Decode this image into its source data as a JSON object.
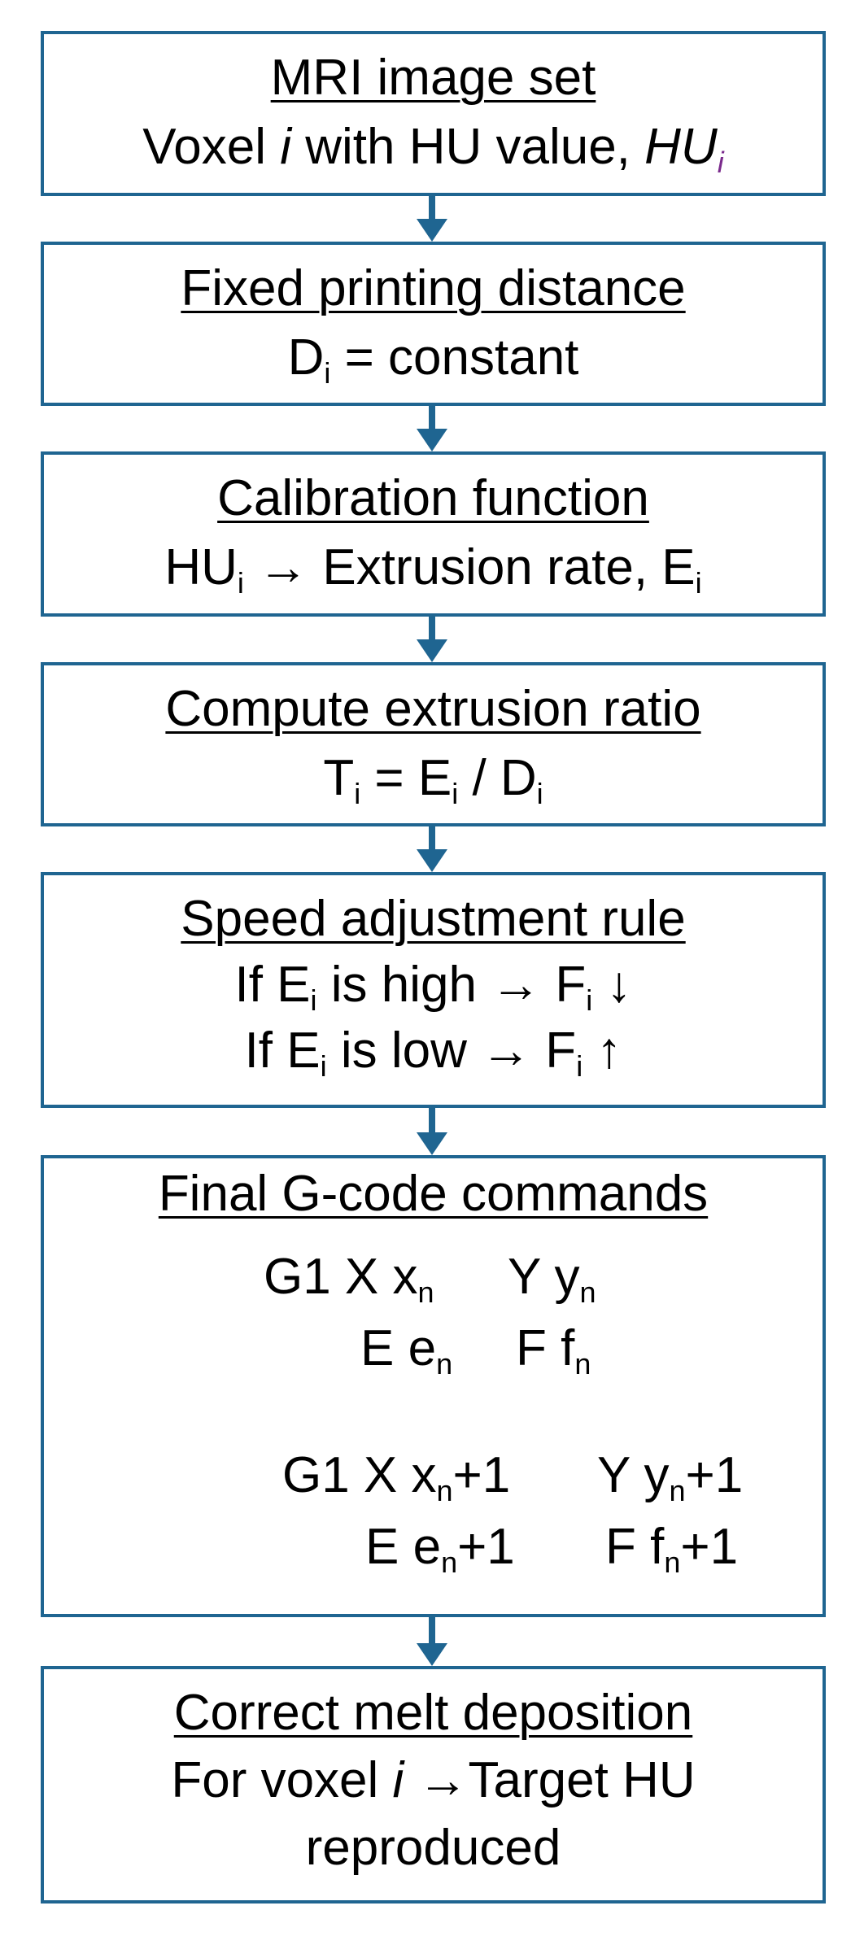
{
  "boxes": [
    {
      "title": "MRI image set",
      "line1_a": "Voxel ",
      "line1_i": "i",
      "line1_b": " with HU value, ",
      "line1_hu": "HU",
      "line1_sub": "i"
    },
    {
      "title": "Fixed printing distance",
      "d": "D",
      "d_sub": "i",
      "rest": " = constant"
    },
    {
      "title": "Calibration function",
      "hu": "HU",
      "hu_sub": "i",
      "mid": " → Extrusion rate, E",
      "e_sub": "i"
    },
    {
      "title": "Compute extrusion ratio",
      "t": "T",
      "t_sub": "i",
      "eq": " = E",
      "e_sub": "i",
      "div": " / D",
      "d_sub": "i"
    },
    {
      "title": "Speed adjustment rule",
      "r1_a": "If E",
      "r1_sub": "i",
      "r1_b": " is high → F",
      "r1_sub2": "i",
      "r1_c": " ↓",
      "r2_a": "If E",
      "r2_sub": "i",
      "r2_b": " is low → F",
      "r2_sub2": "i",
      "r2_c": " ↑"
    },
    {
      "title": "Final G-code commands",
      "g1a": "G1 X x",
      "g1a_sub": "n",
      "g1b": "Y y",
      "g1b_sub": "n",
      "g2a": "E e",
      "g2a_sub": "n",
      "g2b": "F f",
      "g2b_sub": "n",
      "g3a": "G1 X x",
      "g3a_sub": "n",
      "g3a_end": "+1",
      "g3b": "Y y",
      "g3b_sub": "n",
      "g3b_end": "+1",
      "g4a": "E e",
      "g4a_sub": "n",
      "g4a_end": "+1",
      "g4b": "F f",
      "g4b_sub": "n",
      "g4b_end": "+1"
    },
    {
      "title": "Correct melt deposition",
      "l1_a": "For voxel ",
      "l1_i": "i",
      "l1_b": " →Target HU",
      "l2": "reproduced"
    }
  ],
  "colors": {
    "border": "#1f6591",
    "arrow": "#1f6591",
    "subscript_accent": "#7a2a8c"
  }
}
